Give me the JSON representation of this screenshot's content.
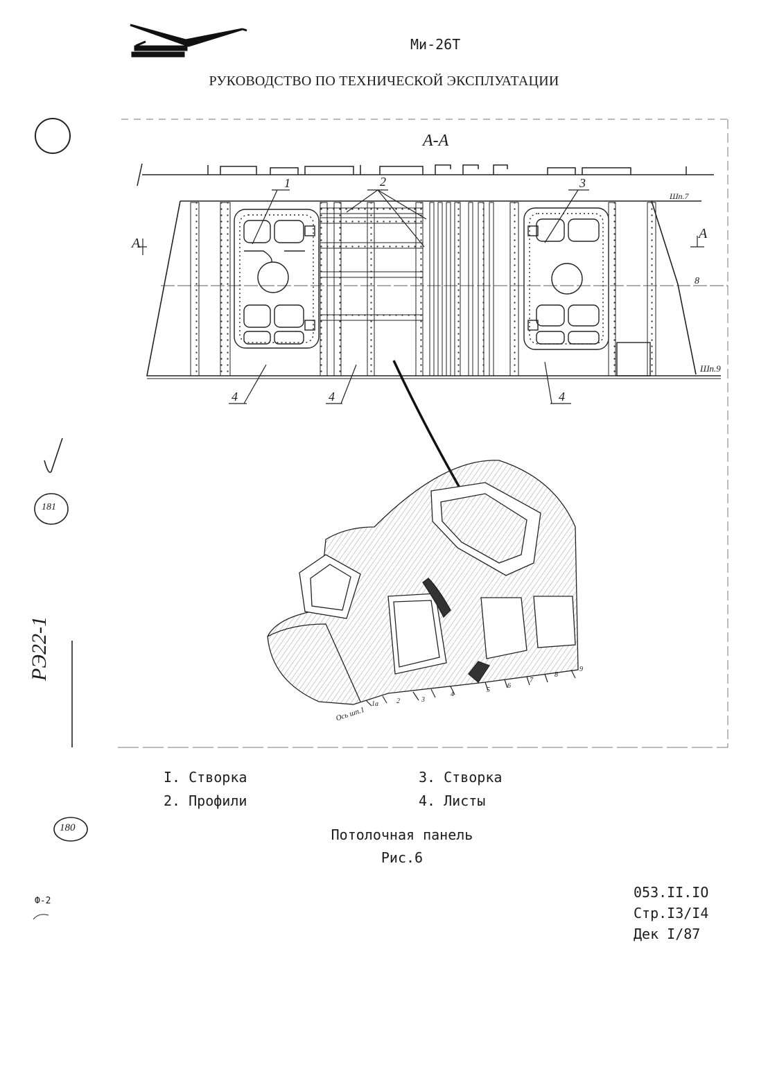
{
  "header": {
    "aircraft_model": "Ми-26Т",
    "manual_title": "РУКОВОДСТВО ПО ТЕХНИЧЕСКОЙ ЭКСПЛУАТАЦИИ"
  },
  "figure": {
    "section_label": "А-А",
    "section_mark_left": "А",
    "section_mark_right": "А",
    "frame_labels": [
      "Шп.7",
      "8",
      "Шп.9"
    ],
    "callouts": [
      "1",
      "2",
      "3",
      "4",
      "4",
      "4"
    ],
    "frame_axis_label": "Ось шп.1",
    "frame_numbers": [
      "1а",
      "2",
      "3",
      "4",
      "5",
      "6",
      "7",
      "8",
      "9"
    ]
  },
  "legend": {
    "left": [
      "I. Створка",
      "2. Профили"
    ],
    "right": [
      "3. Створка",
      "4. Листы"
    ]
  },
  "caption": {
    "title": "Потолочная панель",
    "figure_number": "Рис.6"
  },
  "document_code": {
    "section": "053.II.IO",
    "pages": "Стр.I3/I4",
    "date": "Дек I/87"
  },
  "margin_marks": {
    "stamp_top": "181",
    "stamp_bottom": "180",
    "vertical_note": "РЭ22-1",
    "form_mark": "Ф-2"
  }
}
